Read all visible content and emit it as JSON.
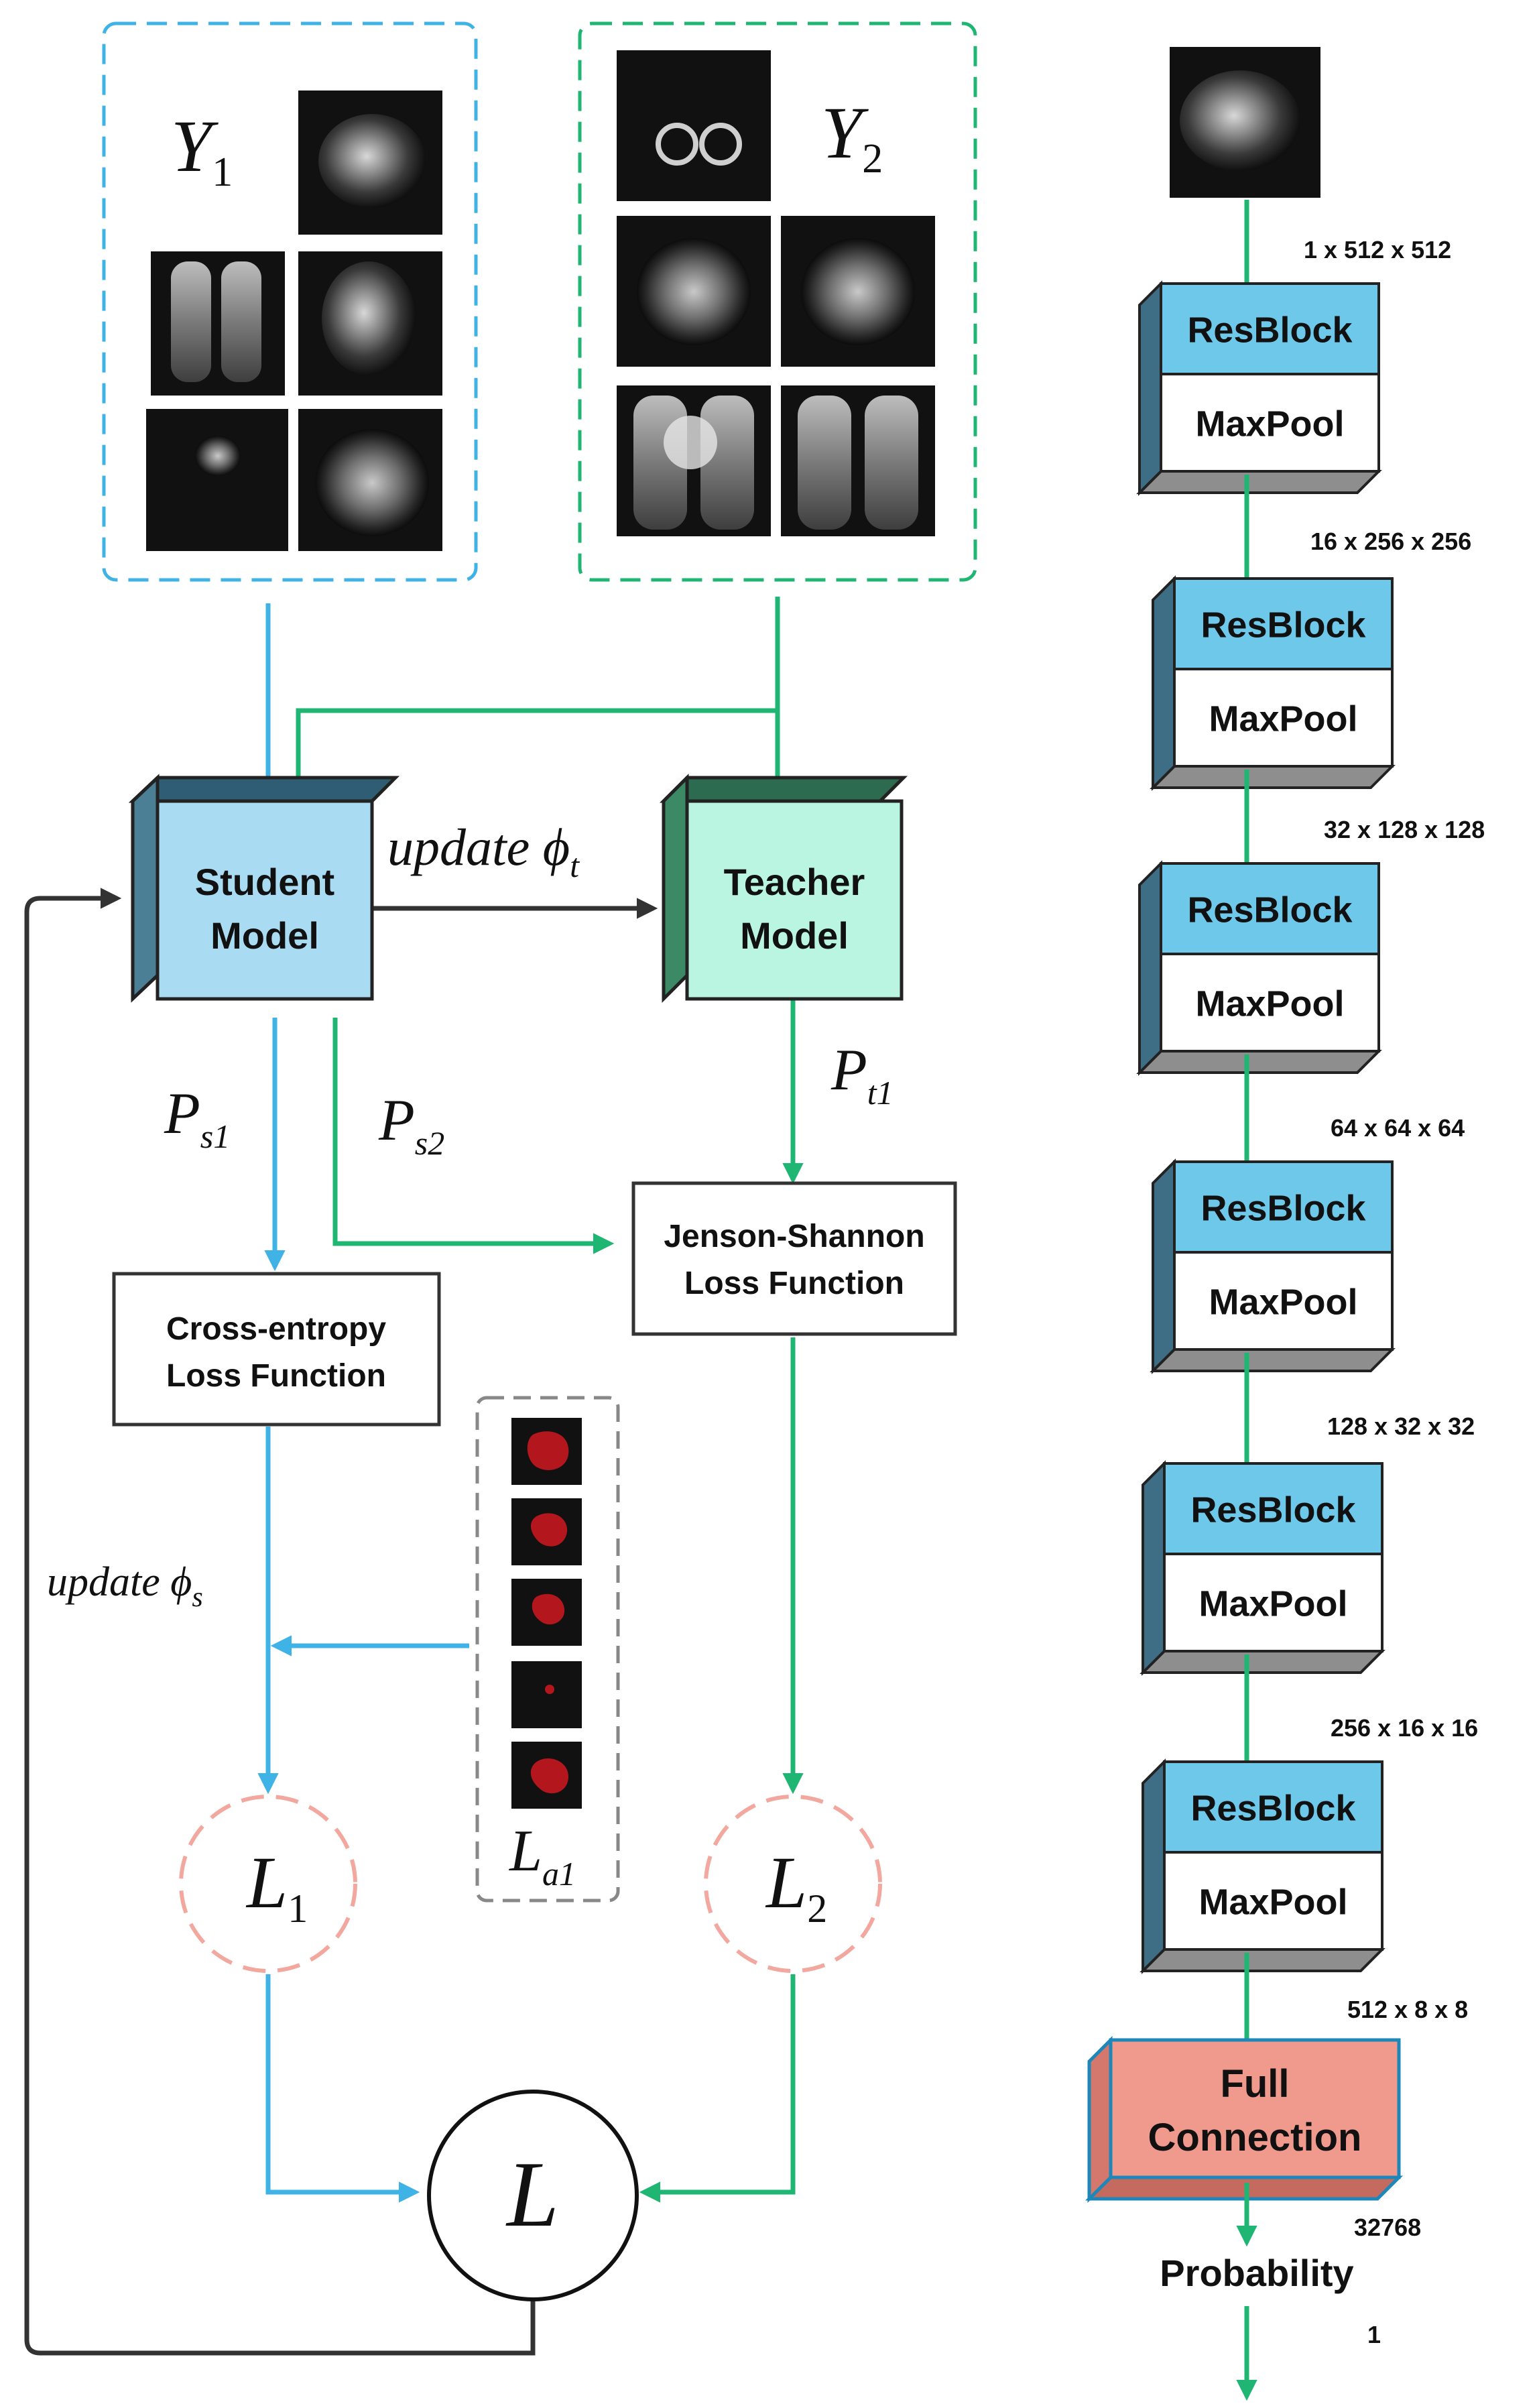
{
  "groups": {
    "y1": {
      "label": "Y",
      "sub": "1"
    },
    "y2": {
      "label": "Y",
      "sub": "2"
    },
    "la1": {
      "label": "L",
      "sub": "a1"
    }
  },
  "models": {
    "student": {
      "line1": "Student",
      "line2": "Model"
    },
    "teacher": {
      "line1": "Teacher",
      "line2": "Model"
    }
  },
  "edges": {
    "update_t": {
      "text": "update ",
      "sym": "ϕ",
      "sub": "t"
    },
    "update_s": {
      "text": "update ",
      "sym": "ϕ",
      "sub": "s"
    },
    "ps1": {
      "label": "P",
      "sub": "s1"
    },
    "ps2": {
      "label": "P",
      "sub": "s2"
    },
    "pt1": {
      "label": "P",
      "sub": "t1"
    }
  },
  "loss_boxes": {
    "cross_entropy": {
      "line1": "Cross-entropy",
      "line2": "Loss Function"
    },
    "jenson_shannon": {
      "line1": "Jenson-Shannon",
      "line2": "Loss Function"
    }
  },
  "loss_nodes": {
    "l1": {
      "label": "L",
      "sub": "1"
    },
    "l2": {
      "label": "L",
      "sub": "2"
    },
    "l": {
      "label": "L"
    }
  },
  "network": {
    "blocks": [
      {
        "top": "ResBlock",
        "bottom": "MaxPool"
      },
      {
        "top": "ResBlock",
        "bottom": "MaxPool"
      },
      {
        "top": "ResBlock",
        "bottom": "MaxPool"
      },
      {
        "top": "ResBlock",
        "bottom": "MaxPool"
      },
      {
        "top": "ResBlock",
        "bottom": "MaxPool"
      },
      {
        "top": "ResBlock",
        "bottom": "MaxPool"
      }
    ],
    "dims": [
      "1 x 512 x 512",
      "16 x 256 x 256",
      "32 x 128 x 128",
      "64 x 64 x 64",
      "128 x 32 x 32",
      "256 x 16 x 16",
      "512 x 8 x 8"
    ],
    "fc": {
      "line1": "Full",
      "line2": "Connection"
    },
    "fc_dim": "32768",
    "output": "Probability",
    "output_dim": "1"
  },
  "colors": {
    "blue": "#3fb3e6",
    "green": "#1fb573",
    "dark": "#333333",
    "student_fill": "#a9dcf3",
    "teacher_fill": "#b9f5e1",
    "res_fill": "#6ec8ea",
    "fc_fill": "#f0998d",
    "loss_circle": "#f2a89e"
  }
}
